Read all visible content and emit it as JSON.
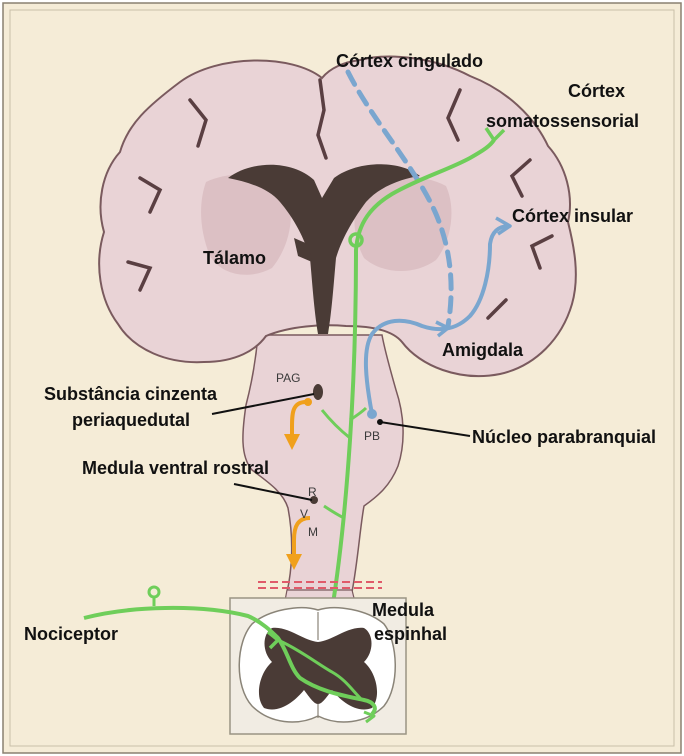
{
  "labels": {
    "cortex_cingulado": "Córtex cingulado",
    "cortex_somato_line1": "Córtex",
    "cortex_somato_line2": "somatossensorial",
    "cortex_insular": "Córtex insular",
    "talamo": "Tálamo",
    "amigdala": "Amigdala",
    "pag_line1": "Substância cinzenta",
    "pag_line2": "periaquedutal",
    "nucleo_parabranquial": "Núcleo parabranquial",
    "medula_ventral_rostral": "Medula ventral rostral",
    "nociceptor": "Nociceptor",
    "medula_espinhal_line1": "Medula",
    "medula_espinhal_line2": "espinhal"
  },
  "abbrev": {
    "pag": "PAG",
    "pb": "PB",
    "r": "R",
    "v": "V",
    "m": "M"
  },
  "colors": {
    "background": "#f5ecd7",
    "brain_fill": "#e9d3d6",
    "brain_stroke": "#7a5a5e",
    "ventricle": "#4a3b36",
    "thalamus": "#dcc0c4",
    "ascending_pathway": "#6fce5a",
    "blue_pathway": "#7aa6cf",
    "descending_pathway": "#f0a01c",
    "spinal_gray": "#4a3b36",
    "cut_line": "#e05a6a"
  }
}
